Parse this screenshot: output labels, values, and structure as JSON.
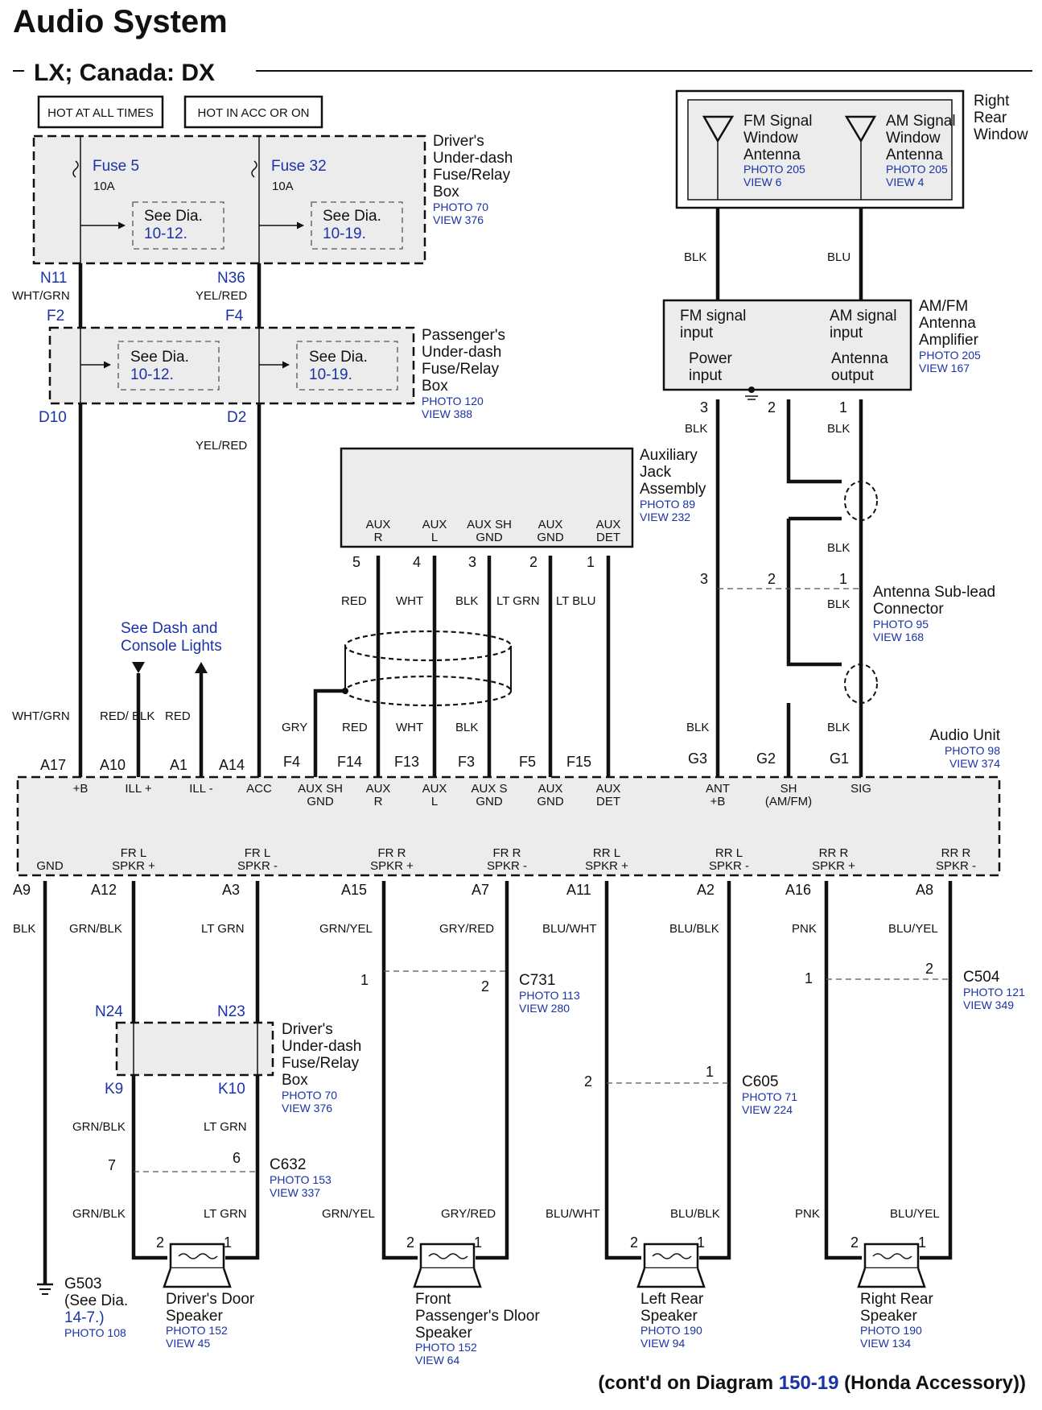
{
  "title": "Audio System",
  "subtitle": "LX; Canada: DX",
  "power_labels": [
    "HOT AT ALL TIMES",
    "HOT IN ACC OR ON"
  ],
  "drivers_fuse_box": {
    "name": [
      "Driver's",
      "Under-dash",
      "Fuse/Relay",
      "Box"
    ],
    "photo": "PHOTO 70",
    "view": "VIEW 376",
    "fuses": [
      {
        "name": "Fuse 5",
        "amps": "10A",
        "see": "See Dia.",
        "dia": "10-12.",
        "out_pin": "N11",
        "wire": "WHT/GRN"
      },
      {
        "name": "Fuse 32",
        "amps": "10A",
        "see": "See Dia.",
        "dia": "10-19.",
        "out_pin": "N36",
        "wire": "YEL/RED"
      }
    ]
  },
  "passenger_fuse_box": {
    "name": [
      "Passenger's",
      "Under-dash",
      "Fuse/Relay",
      "Box"
    ],
    "photo": "PHOTO 120",
    "view": "VIEW 388",
    "in_pins": [
      "F2",
      "F4"
    ],
    "out_pins": [
      "D10",
      "D2"
    ],
    "see": [
      "See Dia.",
      "See Dia."
    ],
    "dia": [
      "10-12.",
      "10-19."
    ],
    "out_wire": "YEL/RED"
  },
  "antennas": {
    "location": [
      "Right",
      "Rear",
      "Window"
    ],
    "fm": {
      "name": [
        "FM Signal",
        "Window",
        "Antenna"
      ],
      "photo": "PHOTO 205",
      "view": "VIEW 6",
      "wire": "BLK"
    },
    "am": {
      "name": [
        "AM Signal",
        "Window",
        "Antenna"
      ],
      "photo": "PHOTO 205",
      "view": "VIEW 4",
      "wire": "BLU"
    }
  },
  "amplifier": {
    "name": [
      "AM/FM",
      "Antenna",
      "Amplifier"
    ],
    "photo": "PHOTO 205",
    "view": "VIEW 167",
    "fm_in": [
      "FM signal",
      "input"
    ],
    "am_in": [
      "AM signal",
      "input"
    ],
    "power_in": [
      "Power",
      "input"
    ],
    "ant_out": [
      "Antenna",
      "output"
    ],
    "pins": [
      "3",
      "2",
      "1"
    ],
    "wires": [
      "BLK",
      "BLK",
      "BLK"
    ]
  },
  "sublead": {
    "name": [
      "Antenna Sub-lead",
      "Connector"
    ],
    "photo": "PHOTO 95",
    "view": "VIEW 168",
    "pins": [
      "3",
      "2",
      "1"
    ],
    "wire": "BLK"
  },
  "aux_jack": {
    "name": [
      "Auxiliary",
      "Jack",
      "Assembly"
    ],
    "photo": "PHOTO 89",
    "view": "VIEW 232",
    "terminals": [
      [
        "AUX",
        "R"
      ],
      [
        "AUX",
        "L"
      ],
      [
        "AUX SH",
        "GND"
      ],
      [
        "AUX",
        "GND"
      ],
      [
        "AUX",
        "DET"
      ]
    ],
    "pins": [
      "5",
      "4",
      "3",
      "2",
      "1"
    ],
    "wires_top": [
      "RED",
      "WHT",
      "BLK",
      "LT GRN",
      "LT BLU"
    ]
  },
  "dash_lights": [
    "See Dash and",
    "Console Lights"
  ],
  "audio_unit": {
    "name": "Audio Unit",
    "photo": "PHOTO 98",
    "view": "VIEW 374",
    "top_pins": [
      "A17",
      "A10",
      "A1",
      "A14",
      "F4",
      "F14",
      "F13",
      "F3",
      "F5",
      "F15",
      "G3",
      "G2",
      "G1"
    ],
    "top_terms": [
      [
        "+B"
      ],
      [
        "ILL +"
      ],
      [
        "ILL -"
      ],
      [
        "ACC"
      ],
      [
        "AUX SH",
        "GND"
      ],
      [
        "AUX",
        "R"
      ],
      [
        "AUX",
        "L"
      ],
      [
        "AUX S",
        "GND"
      ],
      [
        "AUX",
        "GND"
      ],
      [
        "AUX",
        "DET"
      ],
      [
        "ANT",
        "+B"
      ],
      [
        "SH",
        "(AM/FM)"
      ],
      [
        "SIG"
      ]
    ],
    "top_wires": [
      "WHT/GRN",
      "RED/ BLK",
      "RED",
      "GRY",
      "RED",
      "WHT",
      "BLK",
      "BLK",
      "BLK"
    ],
    "bottom_pins": [
      "A9",
      "A12",
      "A3",
      "A15",
      "A7",
      "A11",
      "A2",
      "A16",
      "A8"
    ],
    "bottom_terms": [
      [
        "GND"
      ],
      [
        "FR L",
        "SPKR +"
      ],
      [
        "FR L",
        "SPKR -"
      ],
      [
        "FR R",
        "SPKR +"
      ],
      [
        "FR R",
        "SPKR -"
      ],
      [
        "RR L",
        "SPKR +"
      ],
      [
        "RR L",
        "SPKR -"
      ],
      [
        "RR R",
        "SPKR +"
      ],
      [
        "RR R",
        "SPKR -"
      ]
    ],
    "bottom_wires": [
      "BLK",
      "GRN/BLK",
      "LT GRN",
      "GRN/YEL",
      "GRY/RED",
      "BLU/WHT",
      "BLU/BLK",
      "PNK",
      "BLU/YEL"
    ]
  },
  "lower_fuse_box": {
    "name": [
      "Driver's",
      "Under-dash",
      "Fuse/Relay",
      "Box"
    ],
    "photo": "PHOTO 70",
    "view": "VIEW 376",
    "pins": [
      "N24",
      "N23",
      "K9",
      "K10"
    ]
  },
  "connectors": [
    {
      "name": "C632",
      "photo": "PHOTO 153",
      "view": "VIEW 337",
      "pins": [
        "7",
        "6"
      ]
    },
    {
      "name": "C731",
      "photo": "PHOTO 113",
      "view": "VIEW 280",
      "pins": [
        "1",
        "2"
      ]
    },
    {
      "name": "C605",
      "photo": "PHOTO 71",
      "view": "VIEW 224",
      "pins": [
        "2",
        "1"
      ]
    },
    {
      "name": "C504",
      "photo": "PHOTO 121",
      "view": "VIEW 349",
      "pins": [
        "1",
        "2"
      ]
    }
  ],
  "ground": {
    "name": "G503",
    "see": "(See Dia.",
    "dia": "14-7.)",
    "photo": "PHOTO 108"
  },
  "speakers": [
    {
      "name": [
        "Driver's Door",
        "Speaker"
      ],
      "photo": "PHOTO 152",
      "view": "VIEW 45"
    },
    {
      "name": [
        "Front",
        "Passenger's Dloor",
        "Speaker"
      ],
      "photo": "PHOTO 152",
      "view": "VIEW 64"
    },
    {
      "name": [
        "Left Rear",
        "Speaker"
      ],
      "photo": "PHOTO 190",
      "view": "VIEW 94"
    },
    {
      "name": [
        "Right Rear",
        "Speaker"
      ],
      "photo": "PHOTO 190",
      "view": "VIEW 134"
    }
  ],
  "speaker_pins": [
    "2",
    "1"
  ],
  "footer": {
    "prefix": "(cont'd on Diagram ",
    "dia": "150-19",
    "suffix": " (Honda Accessory))"
  },
  "colors": {
    "ink": "#111111",
    "reference_blue": "#1a33a6",
    "box_fill": "#ececec"
  }
}
